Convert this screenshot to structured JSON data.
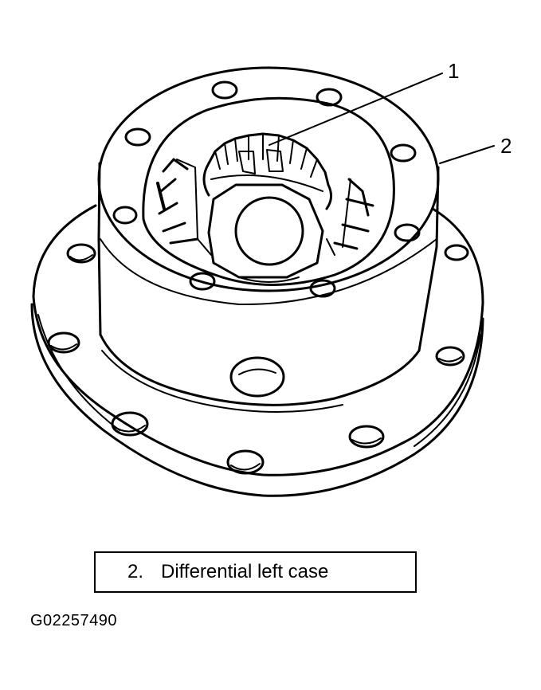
{
  "callouts": [
    {
      "label": "1",
      "target": "side gear"
    },
    {
      "label": "2",
      "target": "differential left case"
    }
  ],
  "caption": {
    "number": "2.",
    "text": "Differential left case"
  },
  "figure_id": "G02257490",
  "colors": {
    "ink": "#000000",
    "paper": "#ffffff"
  }
}
